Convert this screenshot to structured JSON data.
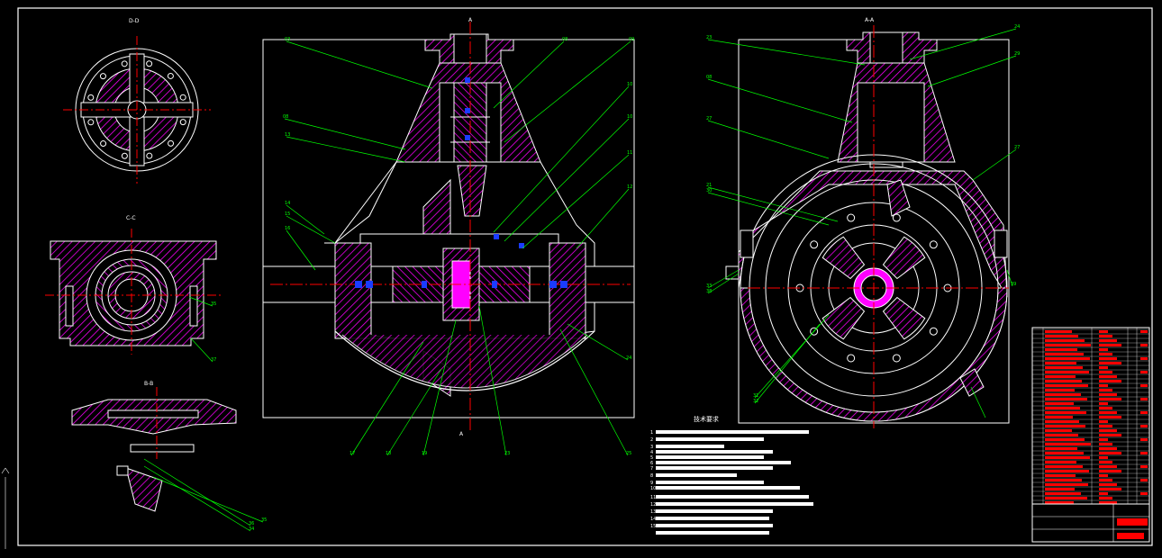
{
  "view_labels": {
    "a": "A-A",
    "b": "B-B",
    "c": "C-C",
    "d": "D-D",
    "top_a": "A",
    "bottom_a": "A"
  },
  "tech_title": "技术要求",
  "tech_item_numbers": [
    "1",
    "2",
    "3",
    "4",
    "5",
    "6",
    "7",
    "8",
    "9",
    "10",
    "11",
    "12",
    "13",
    "14",
    "15"
  ],
  "callouts": {
    "left": [
      "35",
      "37",
      "36",
      "34",
      "35"
    ],
    "main": [
      "03",
      "08",
      "09",
      "08",
      "10",
      "10",
      "11",
      "12",
      "13",
      "14",
      "15",
      "16",
      "17",
      "18",
      "19",
      "23",
      "24",
      "25"
    ],
    "right": [
      "23",
      "24",
      "29",
      "08",
      "27",
      "27",
      "21",
      "30",
      "31",
      "32",
      "33",
      "38",
      "39"
    ]
  },
  "colors": {
    "background": "#000000",
    "outline": "#ffffff",
    "hatch": "#ff00ff",
    "center": "#ff0000",
    "leader": "#00ff00",
    "bolt": "#0000ff",
    "table_text": "#ff0000"
  }
}
